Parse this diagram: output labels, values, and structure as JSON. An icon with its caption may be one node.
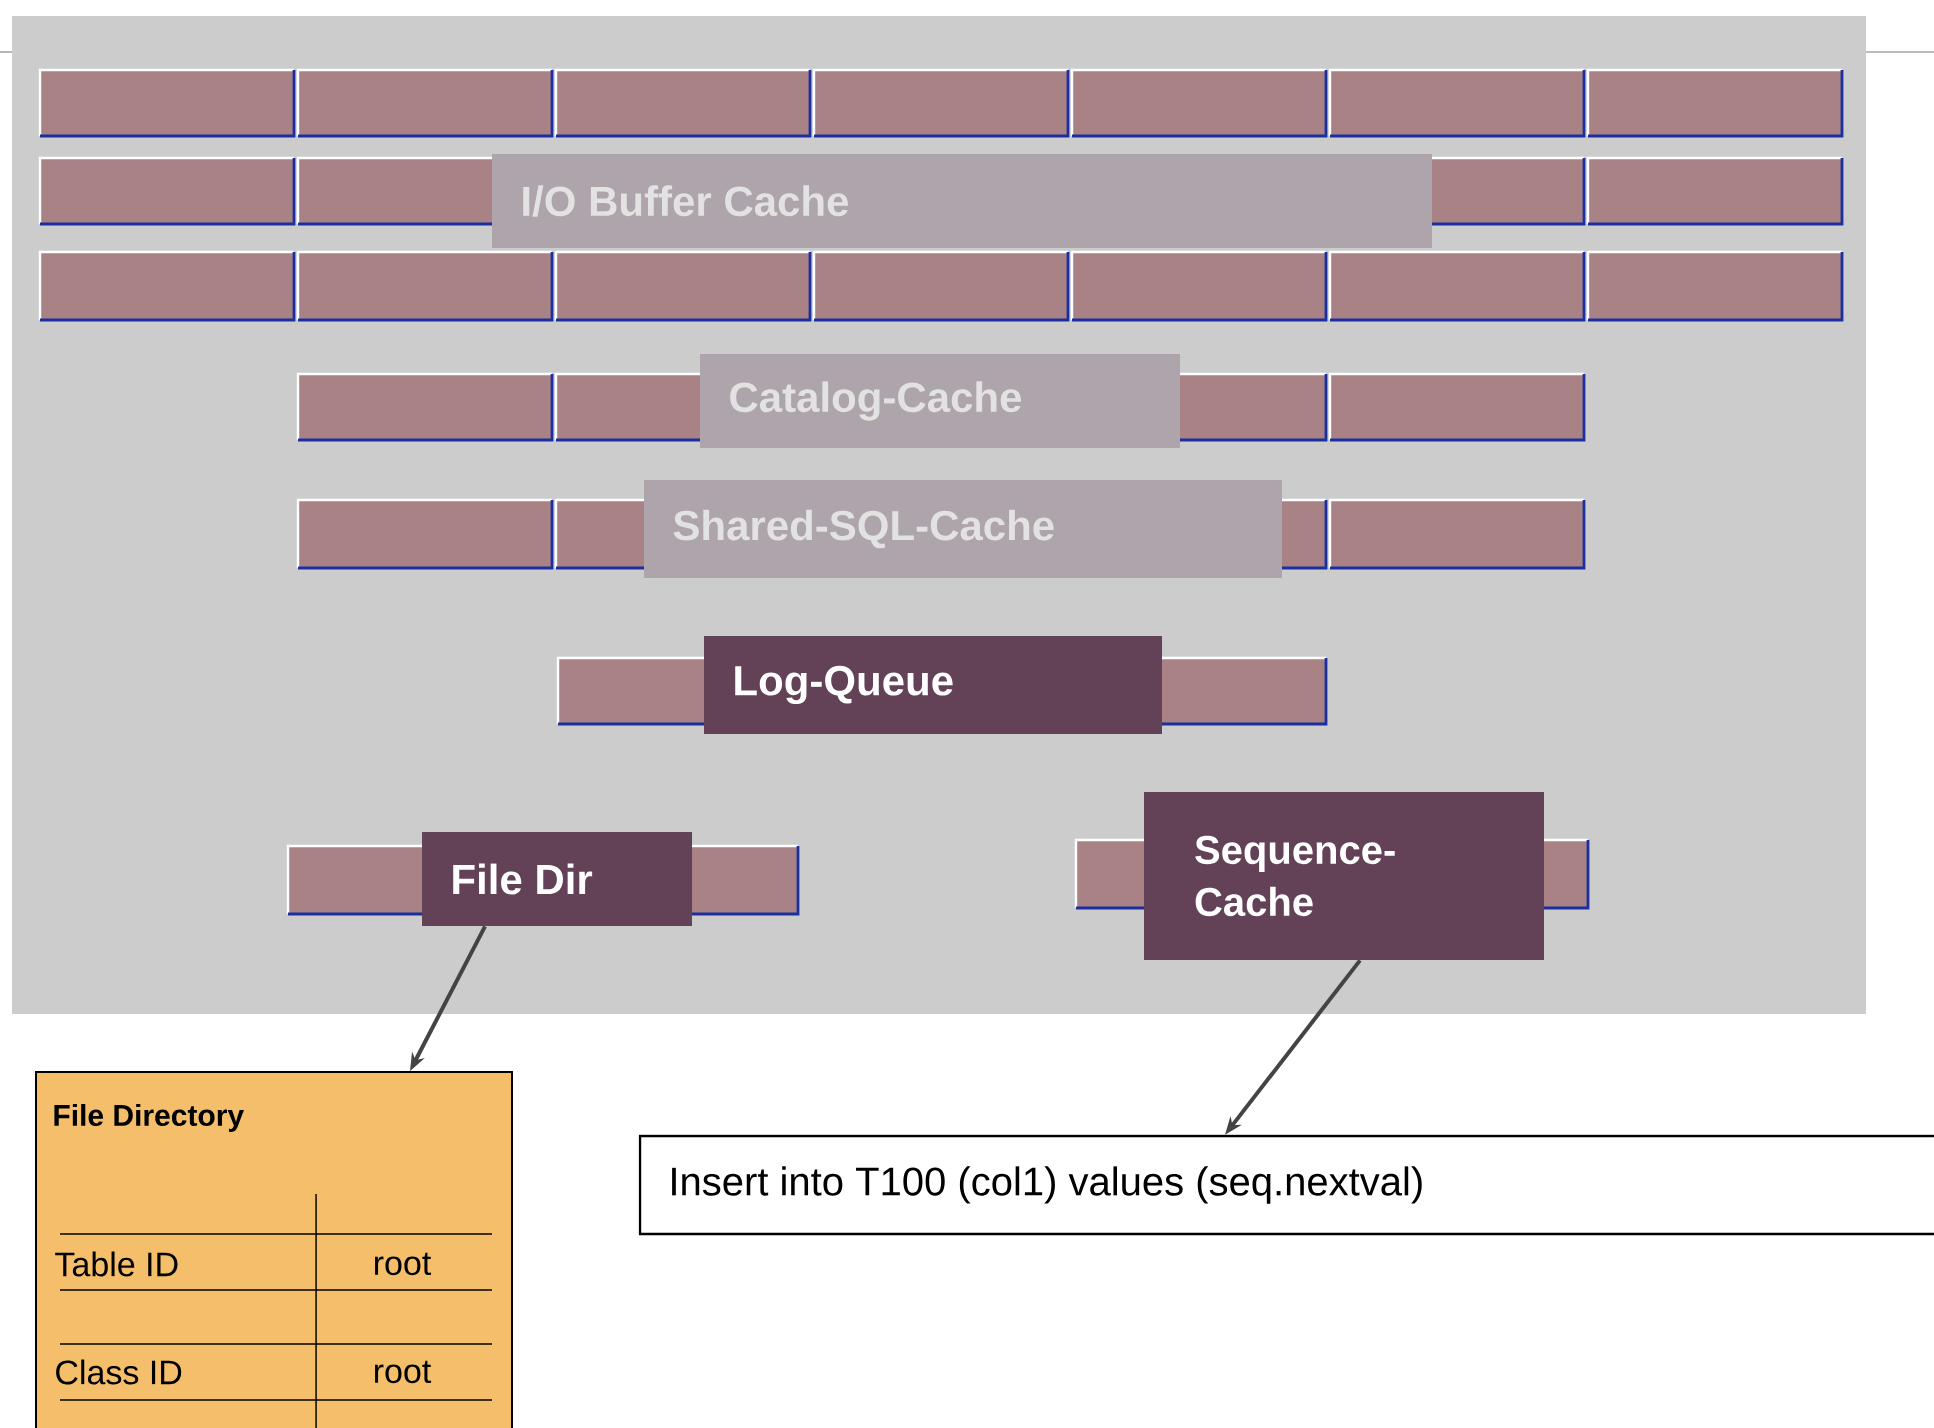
{
  "diagram": {
    "nodes": [
      {
        "text": [],
        "shape": "box"
      },
      {
        "text": [
          "I/O Buffer Cache"
        ],
        "in": 0
      },
      {
        "text": [
          "Catalog-Cache"
        ],
        "in": 0
      },
      {
        "text": [
          "Shared-SQL-Cache"
        ],
        "in": 0
      },
      {
        "text": [
          "Log-Queue"
        ],
        "in": 0
      },
      {
        "text": [
          "File Dir"
        ],
        "in": 0
      },
      {
        "text": [
          "Sequence- Cache"
        ],
        "in": 0
      },
      {
        "text": [
          "File Directory",
          "Table ID",
          "root",
          "Class ID",
          "root"
        ]
      },
      {
        "text": [
          "Insert into T100 (col1) values (seq.nextval)"
        ]
      }
    ],
    "edges": [
      {
        "from": 5,
        "to": 7,
        "arrow": "to"
      },
      {
        "from": 6,
        "to": 8,
        "arrow": "to"
      }
    ]
  }
}
